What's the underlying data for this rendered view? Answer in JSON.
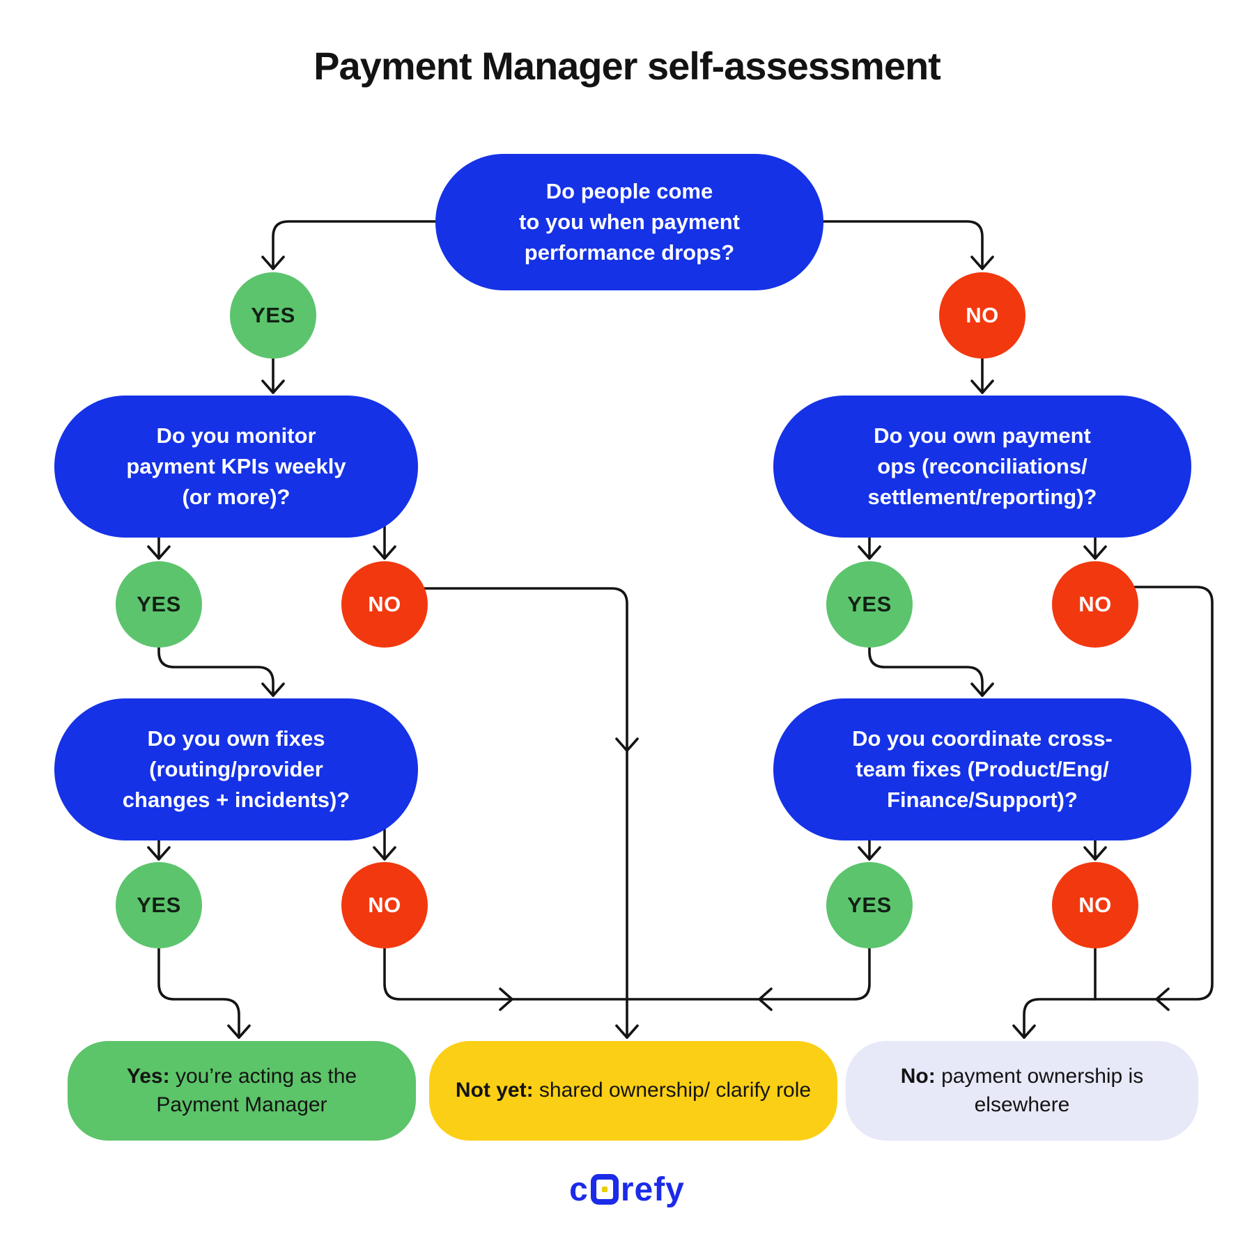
{
  "title": "Payment Manager self-assessment",
  "flow": {
    "root_question": "Do people come\nto you when payment\nperformance drops?",
    "yes_label": "YES",
    "no_label": "NO",
    "branches": {
      "left": {
        "q2": "Do you monitor\npayment KPIs weekly\n(or more)?",
        "q3": "Do you own fixes\n(routing/provider\nchanges + incidents)?"
      },
      "right": {
        "q2": "Do you own payment\nops (reconciliations/\nsettlement/reporting)?",
        "q3": "Do you coordinate cross-\nteam fixes (Product/Eng/\nFinance/Support)?"
      }
    },
    "outcomes": {
      "success": {
        "prefix": "Yes:",
        "text": " you’re acting as the Payment Manager"
      },
      "partial": {
        "prefix": "Not yet:",
        "text": " shared ownership/ clarify role"
      },
      "negative": {
        "prefix": "No:",
        "text": " payment ownership is elsewhere"
      }
    }
  },
  "logo": {
    "pre": "c",
    "post": "refy"
  },
  "colors": {
    "node_blue": "#1532E6",
    "yes_green": "#5CC46D",
    "no_red": "#F2380F",
    "outcome_green": "#5CC469",
    "outcome_yellow": "#FBCF15",
    "outcome_lavender": "#E7E8F8",
    "line_black": "#141414",
    "logo_blue": "#1B2BE8",
    "logo_dot_yellow": "#E8CE00"
  }
}
